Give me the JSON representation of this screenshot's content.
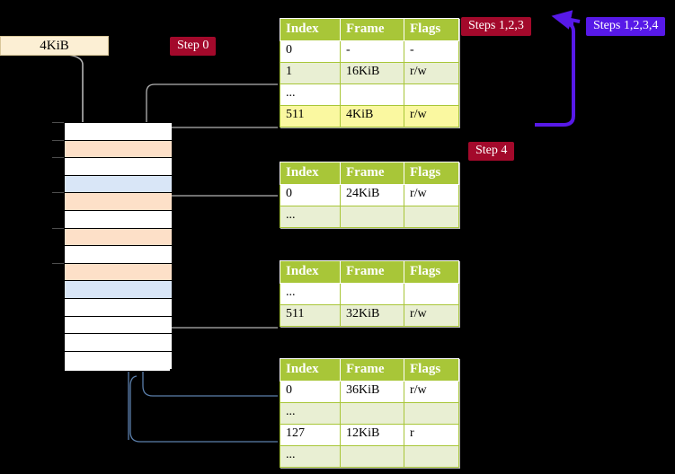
{
  "meta": {
    "background": "#000000",
    "header_color": "#A8C638",
    "badge_red": "#A3092B",
    "badge_blue": "#5719E8",
    "peach": "#FDE0C8",
    "lightblue": "#D9E6F7",
    "highlight_yellow": "#FAF8A0"
  },
  "size_label": {
    "text": "4KiB"
  },
  "badges": [
    {
      "id": "step0",
      "text": "Step 0",
      "style": "red"
    },
    {
      "id": "step123",
      "text": "Steps 1,2,3",
      "style": "red"
    },
    {
      "id": "step1234",
      "text": "Steps 1,2,3,4",
      "style": "blue"
    },
    {
      "id": "step4",
      "text": "Step 4",
      "style": "red"
    }
  ],
  "memory": {
    "rows": [
      {
        "fill": "white"
      },
      {
        "fill": "peach"
      },
      {
        "fill": "white"
      },
      {
        "fill": "blue"
      },
      {
        "fill": "peach"
      },
      {
        "fill": "white"
      },
      {
        "fill": "peach"
      },
      {
        "fill": "white"
      },
      {
        "fill": "peach"
      },
      {
        "fill": "blue"
      },
      {
        "fill": "white"
      },
      {
        "fill": "white"
      },
      {
        "fill": "white"
      },
      {
        "fill": "white"
      }
    ]
  },
  "tables": [
    {
      "id": "pml4",
      "columns": [
        "Index",
        "Frame",
        "Flags"
      ],
      "rows": [
        {
          "cells": [
            "0",
            "-",
            "-"
          ],
          "band": "odd",
          "highlight": false
        },
        {
          "cells": [
            "1",
            "16KiB",
            "r/w"
          ],
          "band": "even",
          "highlight": false
        },
        {
          "cells": [
            "...",
            "",
            ""
          ],
          "band": "odd",
          "highlight": false
        },
        {
          "cells": [
            "511",
            "4KiB",
            "r/w"
          ],
          "band": "even",
          "highlight": true
        }
      ]
    },
    {
      "id": "pdpt",
      "columns": [
        "Index",
        "Frame",
        "Flags"
      ],
      "rows": [
        {
          "cells": [
            "0",
            "24KiB",
            "r/w"
          ],
          "band": "odd",
          "highlight": false
        },
        {
          "cells": [
            "...",
            "",
            ""
          ],
          "band": "even",
          "highlight": false
        }
      ]
    },
    {
      "id": "pd",
      "columns": [
        "Index",
        "Frame",
        "Flags"
      ],
      "rows": [
        {
          "cells": [
            "...",
            "",
            ""
          ],
          "band": "odd",
          "highlight": false
        },
        {
          "cells": [
            "511",
            "32KiB",
            "r/w"
          ],
          "band": "even",
          "highlight": false
        }
      ]
    },
    {
      "id": "pt",
      "columns": [
        "Index",
        "Frame",
        "Flags"
      ],
      "rows": [
        {
          "cells": [
            "0",
            "36KiB",
            "r/w"
          ],
          "band": "odd",
          "highlight": false
        },
        {
          "cells": [
            "...",
            "",
            ""
          ],
          "band": "even",
          "highlight": false
        },
        {
          "cells": [
            "127",
            "12KiB",
            "r"
          ],
          "band": "odd",
          "highlight": false
        },
        {
          "cells": [
            "...",
            "",
            ""
          ],
          "band": "even",
          "highlight": false
        }
      ]
    }
  ]
}
